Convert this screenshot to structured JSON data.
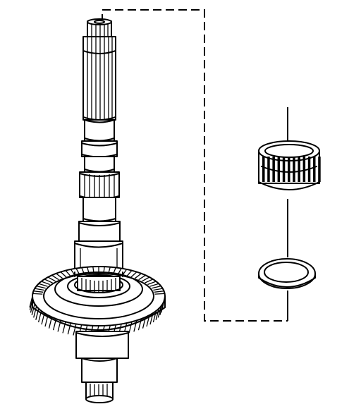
{
  "diagram": {
    "parts": [
      {
        "id": "shaft",
        "icon": "gear-shaft-icon"
      },
      {
        "id": "needle-bearing",
        "icon": "needle-roller-bearing-icon"
      },
      {
        "id": "ring",
        "icon": "thrust-ring-icon"
      }
    ],
    "colors": {
      "ink": "#000000",
      "paper": "#ffffff"
    }
  }
}
